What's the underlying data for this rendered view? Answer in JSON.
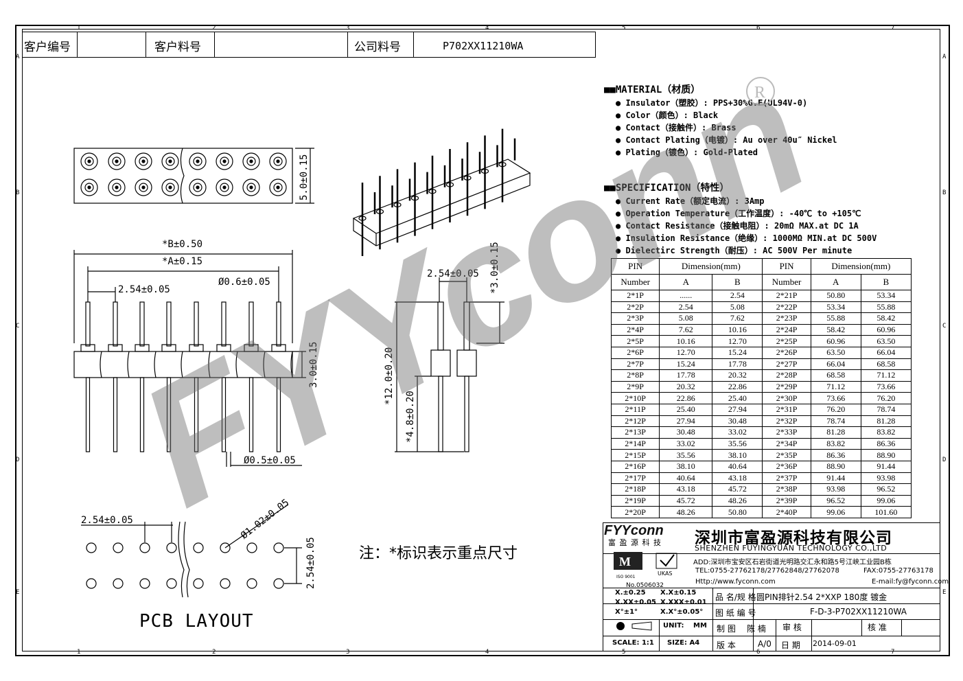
{
  "header": {
    "customer_no_label": "客户编号",
    "customer_no_value": "",
    "customer_part_label": "客户料号",
    "customer_part_value": "",
    "company_part_label": "公司料号",
    "company_part_value": "P702XX11210WA"
  },
  "zones": {
    "columns": [
      "1",
      "2",
      "3",
      "4",
      "5",
      "6",
      "7"
    ],
    "rows": [
      "A",
      "B",
      "C",
      "D",
      "E"
    ]
  },
  "material": {
    "title": "MATERIAL（材质）",
    "lines": [
      "Insulator（塑胶）: PPS+30%G.F(UL94V-0)",
      "Color（颜色）: Black",
      "Contact（接触件）: Brass",
      "Contact Plating（电镀）: Au  over 40u″ Nickel",
      "Plating（镀色）: Gold-Plated"
    ]
  },
  "specification": {
    "title": "SPECIFICATION（特性）",
    "lines": [
      "Current Rate（额定电流）:  3Amp",
      "Operation Temperature（工作温度）: -40℃ to +105℃",
      "Contact Resistance（接触电阻）: 20mΩ MAX.at DC 1A",
      "Insulation Resistance（绝缘）: 1000MΩ MIN.at DC 500V",
      "Dielectirc Strength（耐压）: AC 500V Per minute"
    ]
  },
  "dim_table": {
    "pin_header": "PIN",
    "number_header": "Number",
    "dimension_header": "Dimension(mm)",
    "col_a": "A",
    "col_b": "B",
    "rows": [
      [
        "2*1P",
        "......",
        "2.54",
        "2*21P",
        "50.80",
        "53.34"
      ],
      [
        "2*2P",
        "2.54",
        "5.08",
        "2*22P",
        "53.34",
        "55.88"
      ],
      [
        "2*3P",
        "5.08",
        "7.62",
        "2*23P",
        "55.88",
        "58.42"
      ],
      [
        "2*4P",
        "7.62",
        "10.16",
        "2*24P",
        "58.42",
        "60.96"
      ],
      [
        "2*5P",
        "10.16",
        "12.70",
        "2*25P",
        "60.96",
        "63.50"
      ],
      [
        "2*6P",
        "12.70",
        "15.24",
        "2*26P",
        "63.50",
        "66.04"
      ],
      [
        "2*7P",
        "15.24",
        "17.78",
        "2*27P",
        "66.04",
        "68.58"
      ],
      [
        "2*8P",
        "17.78",
        "20.32",
        "2*28P",
        "68.58",
        "71.12"
      ],
      [
        "2*9P",
        "20.32",
        "22.86",
        "2*29P",
        "71.12",
        "73.66"
      ],
      [
        "2*10P",
        "22.86",
        "25.40",
        "2*30P",
        "73.66",
        "76.20"
      ],
      [
        "2*11P",
        "25.40",
        "27.94",
        "2*31P",
        "76.20",
        "78.74"
      ],
      [
        "2*12P",
        "27.94",
        "30.48",
        "2*32P",
        "78.74",
        "81.28"
      ],
      [
        "2*13P",
        "30.48",
        "33.02",
        "2*33P",
        "81.28",
        "83.82"
      ],
      [
        "2*14P",
        "33.02",
        "35.56",
        "2*34P",
        "83.82",
        "86.36"
      ],
      [
        "2*15P",
        "35.56",
        "38.10",
        "2*35P",
        "86.36",
        "88.90"
      ],
      [
        "2*16P",
        "38.10",
        "40.64",
        "2*36P",
        "88.90",
        "91.44"
      ],
      [
        "2*17P",
        "40.64",
        "43.18",
        "2*37P",
        "91.44",
        "93.98"
      ],
      [
        "2*18P",
        "43.18",
        "45.72",
        "2*38P",
        "93.98",
        "96.52"
      ],
      [
        "2*19P",
        "45.72",
        "48.26",
        "2*39P",
        "96.52",
        "99.06"
      ],
      [
        "2*20P",
        "48.26",
        "50.80",
        "2*40P",
        "99.06",
        "101.60"
      ]
    ]
  },
  "dimensions": {
    "top_height": "5.0±0.15",
    "b_width": "*B±0.50",
    "a_width": "*A±0.15",
    "pitch": "2.54±0.05",
    "pin_dia_top": "Ø0.6±0.05",
    "body_height": "3.0±0.15",
    "pin_dia_bottom": "Ø0.5±0.05",
    "side_pitch": "2.54±0.05",
    "side_top": "*3.0±0.15",
    "side_total": "*12.0±0.20",
    "side_bottom": "*4.8±0.20",
    "pcb_pitch": "2.54±0.05",
    "pcb_hole": "Ø1.02±0.05",
    "pcb_row": "2.54±0.05"
  },
  "note": "注：*标识表示重点尺寸",
  "pcb_title": "PCB LAYOUT",
  "watermark": "FYYconn",
  "company": {
    "logo": "FYYconn",
    "logo_sub": "富 盈 源 科 技",
    "name_cn": "深圳市富盈源科技有限公司",
    "name_en": "SHENZHEN FUYINGYUAN TECHNOLOGY CO.,LTD",
    "address": "ADD:深圳市宝安区石岩街道光明路交汇永和路5号江峡工业园B栋",
    "tel": "TEL:0755-27762178/27762848/27762078",
    "fax": "FAX:0755-27763178",
    "http": "Http://www.fyconn.com",
    "email": "E-mail:fy@fyconn.com",
    "iso_no": "No.0506032",
    "ukas": "UKAS",
    "iso_9001": "ISO 9001"
  },
  "title_block": {
    "tol1": "X.±0.25",
    "tol2": "X.X±0.15",
    "tol3": "X.XX±0.05",
    "tol4": "X.XXX±0.01",
    "tol5": "X°±1°",
    "tol6": "X.X°±0.05°",
    "unit_label": "UNIT:",
    "unit_value": "MM",
    "scale": "SCALE: 1:1",
    "size": "SIZE: A4",
    "product_label": "品 名/规 格",
    "product_value": "圆PIN排针2.54  2*XXP  180度  镀金",
    "drawing_label": "图 纸 编 号",
    "drawing_value": "F-D-3-P702XX11210WA",
    "draw_label": "制 图",
    "draw_value": "陈 楠",
    "check_label": "审 核",
    "check_value": "",
    "approve_label": "核 准",
    "approve_value": "",
    "version_label": "版 本",
    "version_value": "A/0",
    "date_label": "日 期",
    "date_value": "2014-09-01"
  }
}
